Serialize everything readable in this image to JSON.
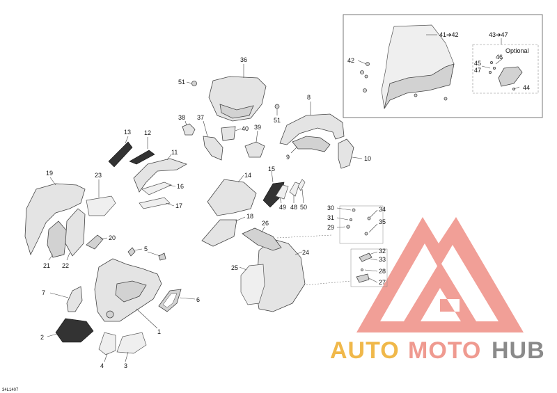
{
  "diagram": {
    "drawing_code": "34L1407",
    "optional_label": "Optional",
    "callouts": {
      "c1": "1",
      "c2": "2",
      "c3": "3",
      "c4": "4",
      "c5": "5",
      "c6": "6",
      "c7": "7",
      "c8": "8",
      "c9": "9",
      "c10": "10",
      "c11": "11",
      "c12": "12",
      "c13": "13",
      "c14": "14",
      "c15": "15",
      "c16": "16",
      "c17": "17",
      "c18": "18",
      "c19": "19",
      "c20": "20",
      "c21": "21",
      "c22": "22",
      "c23": "23",
      "c24": "24",
      "c25": "25",
      "c26": "26",
      "c27": "27",
      "c28": "28",
      "c29": "29",
      "c30": "30",
      "c31": "31",
      "c32": "32",
      "c33": "33",
      "c34": "34",
      "c35": "35",
      "c36": "36",
      "c37": "37",
      "c38": "38",
      "c39": "39",
      "c40": "40",
      "c41_42": "41➔42",
      "c42": "42",
      "c43_47": "43➔47",
      "c44": "44",
      "c45": "45",
      "c46": "46",
      "c47": "47",
      "c48": "48",
      "c49": "49",
      "c50": "50",
      "c51a": "51",
      "c51b": "51"
    }
  },
  "watermark": {
    "word_auto": "AUTO",
    "word_moto": "MOTO",
    "word_hub": "HUB",
    "colors": {
      "auto": "#f0b84a",
      "moto": "#ef9a90",
      "hub": "#8a8a8a",
      "logo": "#ef8f86"
    }
  }
}
